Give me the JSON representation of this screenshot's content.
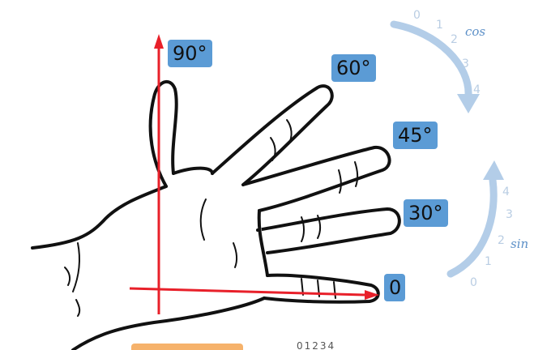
{
  "angle_labels": {
    "a90": "90°",
    "a60": "60°",
    "a45": "45°",
    "a30": "30°",
    "a0": "0"
  },
  "cos_scale": {
    "name": "cos",
    "ticks": [
      "0",
      "1",
      "2",
      "3",
      "4"
    ]
  },
  "sin_scale": {
    "name": "sin",
    "ticks": [
      "0",
      "1",
      "2",
      "3",
      "4"
    ]
  },
  "bottom_partial_text": "01234",
  "colors": {
    "label_fill": "#5b9bd5",
    "axis": "#e8202a",
    "arrow": "#b3cde8",
    "outline": "#111111",
    "tick_text": "#b9cde3",
    "fn_text": "#5b8fc7"
  }
}
